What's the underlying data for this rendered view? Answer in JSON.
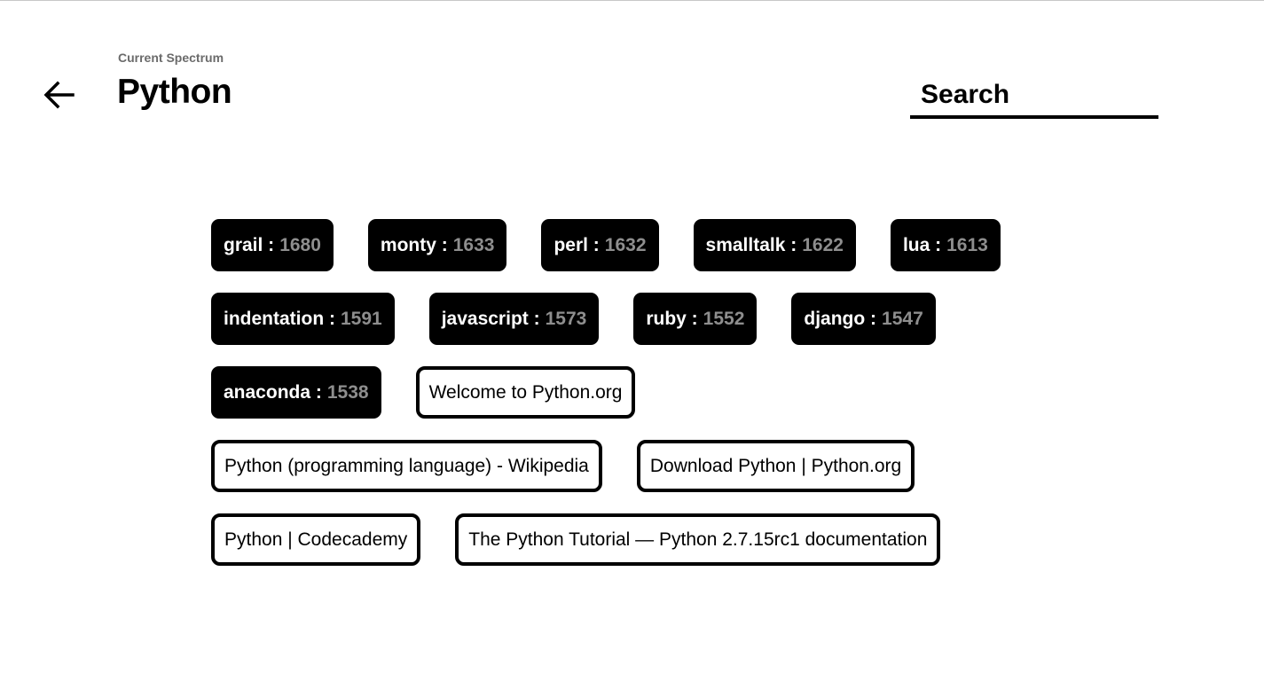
{
  "header": {
    "subtitle": "Current Spectrum",
    "title": "Python",
    "search_placeholder": "Search"
  },
  "tags": [
    {
      "name": "grail :",
      "count": "1680"
    },
    {
      "name": "monty :",
      "count": "1633"
    },
    {
      "name": "perl :",
      "count": "1632"
    },
    {
      "name": "smalltalk :",
      "count": "1622"
    },
    {
      "name": "lua :",
      "count": "1613"
    },
    {
      "name": "indentation :",
      "count": "1591"
    },
    {
      "name": "javascript :",
      "count": "1573"
    },
    {
      "name": "ruby :",
      "count": "1552"
    },
    {
      "name": "django :",
      "count": "1547"
    },
    {
      "name": "anaconda :",
      "count": "1538"
    }
  ],
  "links": [
    "Welcome to Python.org",
    "Python (programming language) - Wikipedia",
    "Download Python | Python.org",
    "Python | Codecademy",
    "The Python Tutorial — Python 2.7.15rc1 documentation"
  ],
  "colors": {
    "tag_background": "#000000",
    "tag_text": "#ffffff",
    "tag_count": "#8e8e8e",
    "subtitle": "#6b6b6b"
  }
}
